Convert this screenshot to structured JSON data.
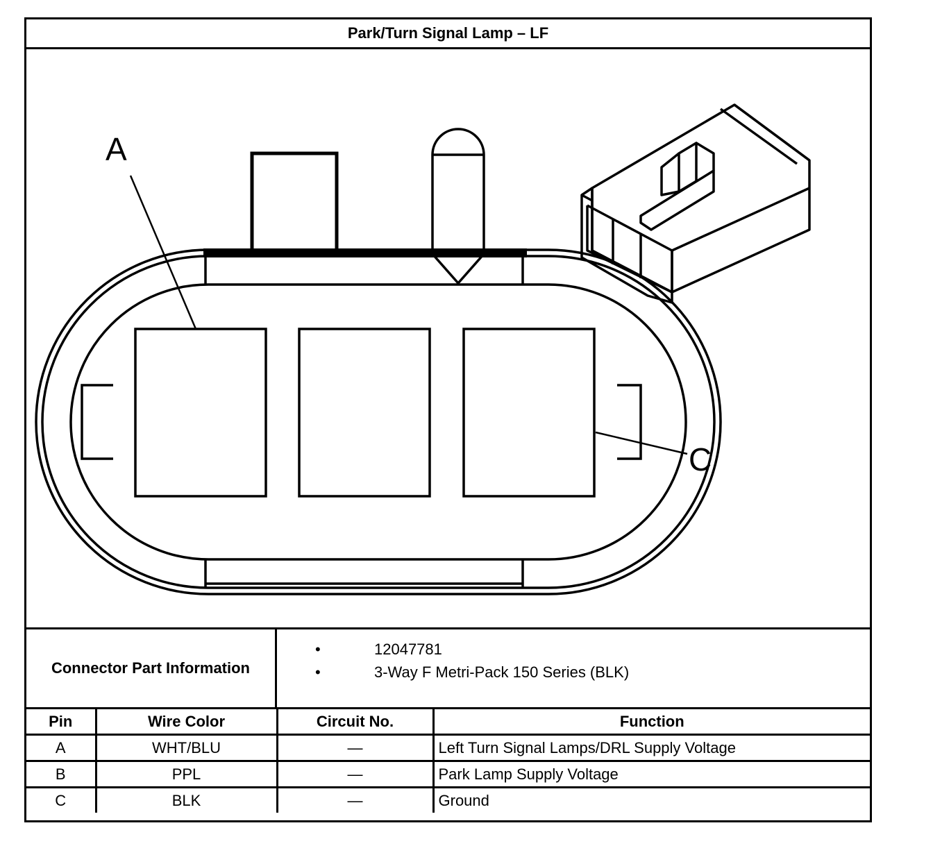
{
  "title": "Park/Turn Signal Lamp – LF",
  "diagram": {
    "pin_labels": [
      "A",
      "C"
    ]
  },
  "connector_info": {
    "label": "Connector Part Information",
    "items": [
      "12047781",
      "3-Way F Metri-Pack 150 Series (BLK)"
    ],
    "bullet": "•"
  },
  "pin_table": {
    "headers": [
      "Pin",
      "Wire Color",
      "Circuit No.",
      "Function"
    ],
    "rows": [
      {
        "pin": "A",
        "wire_color": "WHT/BLU",
        "circuit": "—",
        "function": "Left Turn Signal Lamps/DRL Supply Voltage"
      },
      {
        "pin": "B",
        "wire_color": "PPL",
        "circuit": "—",
        "function": "Park Lamp Supply Voltage"
      },
      {
        "pin": "C",
        "wire_color": "BLK",
        "circuit": "—",
        "function": "Ground"
      }
    ]
  }
}
